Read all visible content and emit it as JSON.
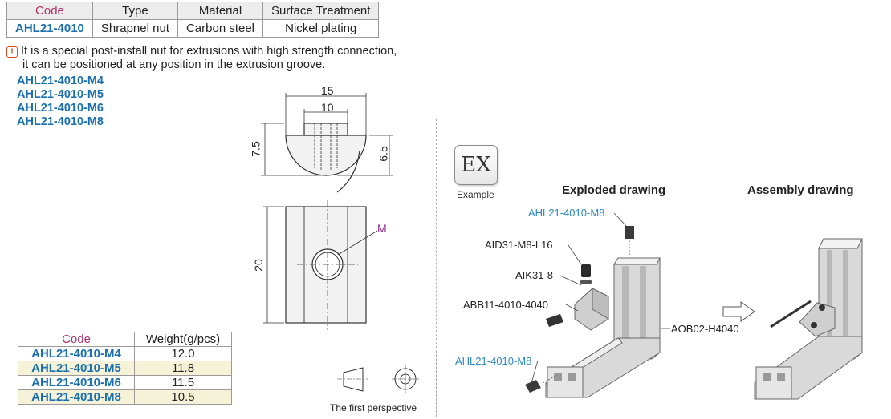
{
  "spec_table": {
    "headers": [
      "Code",
      "Type",
      "Material",
      "Surface Treatment"
    ],
    "row": [
      "AHL21-4010",
      "Shrapnel nut",
      "Carbon steel",
      "Nickel plating"
    ]
  },
  "note": {
    "line1": "It is a special post-install nut for extrusions with high strength connection,",
    "line2": "it can be positioned at any position in the extrusion groove."
  },
  "models": [
    "AHL21-4010-M4",
    "AHL21-4010-M5",
    "AHL21-4010-M6",
    "AHL21-4010-M8"
  ],
  "drawing": {
    "dim_top_outer": "15",
    "dim_top_inner": "10",
    "dim_height_left": "7.5",
    "dim_height_right": "6.5",
    "dim_length": "20",
    "thread_label": "M",
    "perspective_label": "The first perspective"
  },
  "weight_table": {
    "headers": [
      "Code",
      "Weight(g/pcs)"
    ],
    "rows": [
      [
        "AHL21-4010-M4",
        "12.0"
      ],
      [
        "AHL21-4010-M5",
        "11.8"
      ],
      [
        "AHL21-4010-M6",
        "11.5"
      ],
      [
        "AHL21-4010-M8",
        "10.5"
      ]
    ]
  },
  "example": {
    "badge": "EX",
    "badge_label": "Example",
    "exploded_title": "Exploded drawing",
    "assembly_title": "Assembly drawing",
    "parts": {
      "nut_top": "AHL21-4010-M8",
      "screw": "AID31-M8-L16",
      "washer": "AIK31-8",
      "bracket": "ABB11-4010-4040",
      "nut_bottom": "AHL21-4010-M8",
      "profile": "AOB02-H4040"
    }
  },
  "colors": {
    "code_blue": "#1a6fb0",
    "part_blue": "#2a8ac0",
    "header_magenta": "#b0306a",
    "warn_orange": "#d04a1e",
    "row_highlight": "#f6f2d8"
  }
}
